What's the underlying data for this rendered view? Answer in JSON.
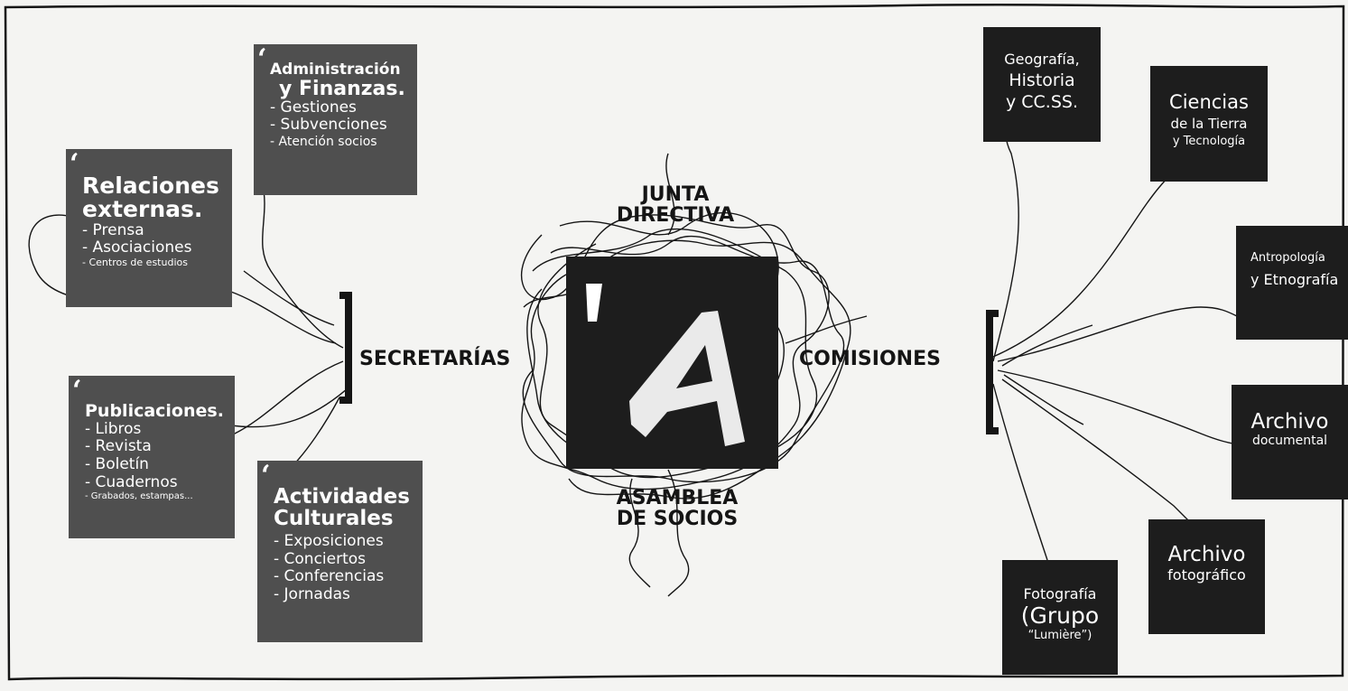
{
  "center": {
    "top_label": [
      "JUNTA",
      "DIRECTIVA"
    ],
    "logo_text": "'A",
    "bottom_label": [
      "ASAMBLEA",
      "DE SOCIOS"
    ]
  },
  "secretarias": {
    "label": "SECRETARÍAS",
    "boxes": {
      "administracion": {
        "title": [
          "Administración",
          "y Finanzas."
        ],
        "items": [
          "- Gestiones",
          "- Subvenciones",
          "- Atención socios"
        ]
      },
      "relaciones": {
        "title": [
          "Relaciones",
          "externas."
        ],
        "items": [
          "- Prensa",
          "- Asociaciones",
          "- Centros de estudios"
        ]
      },
      "publicaciones": {
        "title": [
          "Publicaciones."
        ],
        "items": [
          "- Libros",
          "- Revista",
          "- Boletín",
          "- Cuadernos",
          "- Grabados, estampas..."
        ]
      },
      "actividades": {
        "title": [
          "Actividades",
          "Culturales"
        ],
        "items": [
          "- Exposiciones",
          "- Conciertos",
          "- Conferencias",
          "- Jornadas"
        ]
      }
    }
  },
  "comisiones": {
    "label": "COMISIONES",
    "boxes": {
      "geografia": [
        "Geografía,",
        "Historia",
        "y CC.SS."
      ],
      "ciencias": [
        "Ciencias",
        "de la Tierra",
        "y Tecnología"
      ],
      "antropologia": [
        "Antropología",
        "y Etnografía"
      ],
      "archivo_doc": [
        "Archivo",
        "documental"
      ],
      "archivo_foto": [
        "Archivo",
        "fotográfico"
      ],
      "fotografia": [
        "Fotografía",
        "(Grupo",
        "“Lumière”)"
      ]
    }
  },
  "colors": {
    "gray_box": "#4f4f4f",
    "black_box": "#1d1d1d",
    "line": "#151515"
  }
}
